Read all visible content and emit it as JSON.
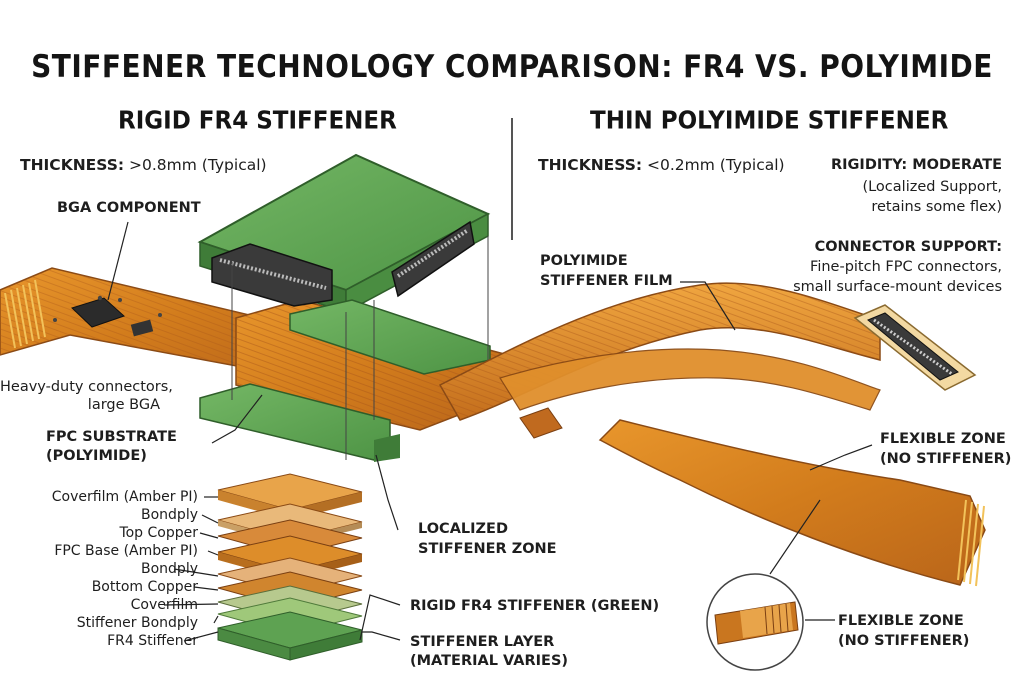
{
  "title": "STIFFENER TECHNOLOGY COMPARISON: FR4 VS. POLYIMIDE",
  "left": {
    "header": "RIGID FR4 STIFFENER",
    "thickness_label": "THICKNESS:",
    "thickness_value": " >0.8mm (Typical)",
    "bga_label": "BGA COMPONENT",
    "connectors_line1": "Heavy-duty connectors,",
    "connectors_line2": "large BGA",
    "fpc_line1": "FPC SUBSTRATE",
    "fpc_line2": "(POLYIMIDE)",
    "localized_line1": "LOCALIZED",
    "localized_line2": "STIFFENER ZONE",
    "rigid_fr4_green": "RIGID FR4 STIFFENER (GREEN)",
    "stiffener_layer_line1": "STIFFENER LAYER",
    "stiffener_layer_line2": "(MATERIAL VARIES)",
    "stack_layers": [
      "Coverfilm (Amber PI)",
      "Bondply",
      "Top Copper",
      "FPC Base (Amber PI)",
      "Bondply",
      "Bottom Copper",
      "Coverfilm",
      "Stiffener Bondply",
      "FR4 Stiffener"
    ]
  },
  "right": {
    "header": "THIN POLYIMIDE STIFFENER",
    "thickness_label": "THICKNESS:",
    "thickness_value": " <0.2mm (Typical)",
    "rigidity_label": "RIGIDITY: MODERATE",
    "rigidity_line2": "(Localized Support,",
    "rigidity_line3": "retains some flex)",
    "connector_support_label": "CONNECTOR SUPPORT:",
    "connector_line2": "Fine-pitch FPC connectors,",
    "connector_line3": "small surface-mount devices",
    "film_line1": "POLYIMIDE",
    "film_line2": "STIFFENER FILM",
    "flex_zone_line1": "FLEXIBLE ZONE",
    "flex_zone_line2": "(NO STIFFENER)",
    "flex_zone2_line1": "FLEXIBLE ZONE",
    "flex_zone2_line2": "(NO STIFFENER)"
  },
  "colors": {
    "amber": "#d9821e",
    "amber_dark": "#a8591a",
    "green": "#5fa552",
    "green_dark": "#3f7c38",
    "copper": "#c8742a"
  }
}
